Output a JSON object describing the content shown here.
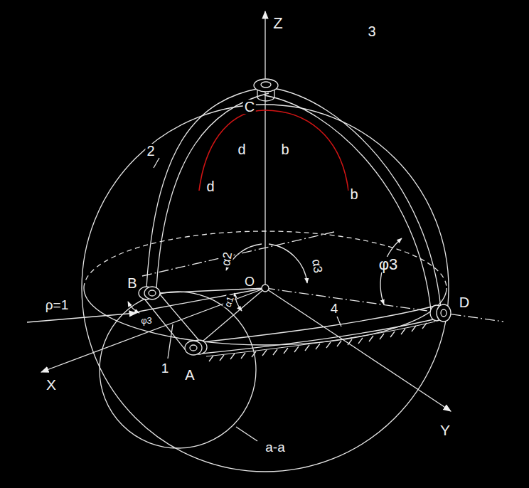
{
  "diagram": {
    "labels": [
      "Z",
      "C",
      "3",
      "d",
      "b",
      "2",
      "d",
      "b",
      "α2",
      "α3",
      "φ3",
      "B",
      "O",
      "4",
      "D",
      "ρ=1",
      "φ3",
      "α1",
      "X",
      "1",
      "A",
      "a-a",
      "Y"
    ]
  }
}
